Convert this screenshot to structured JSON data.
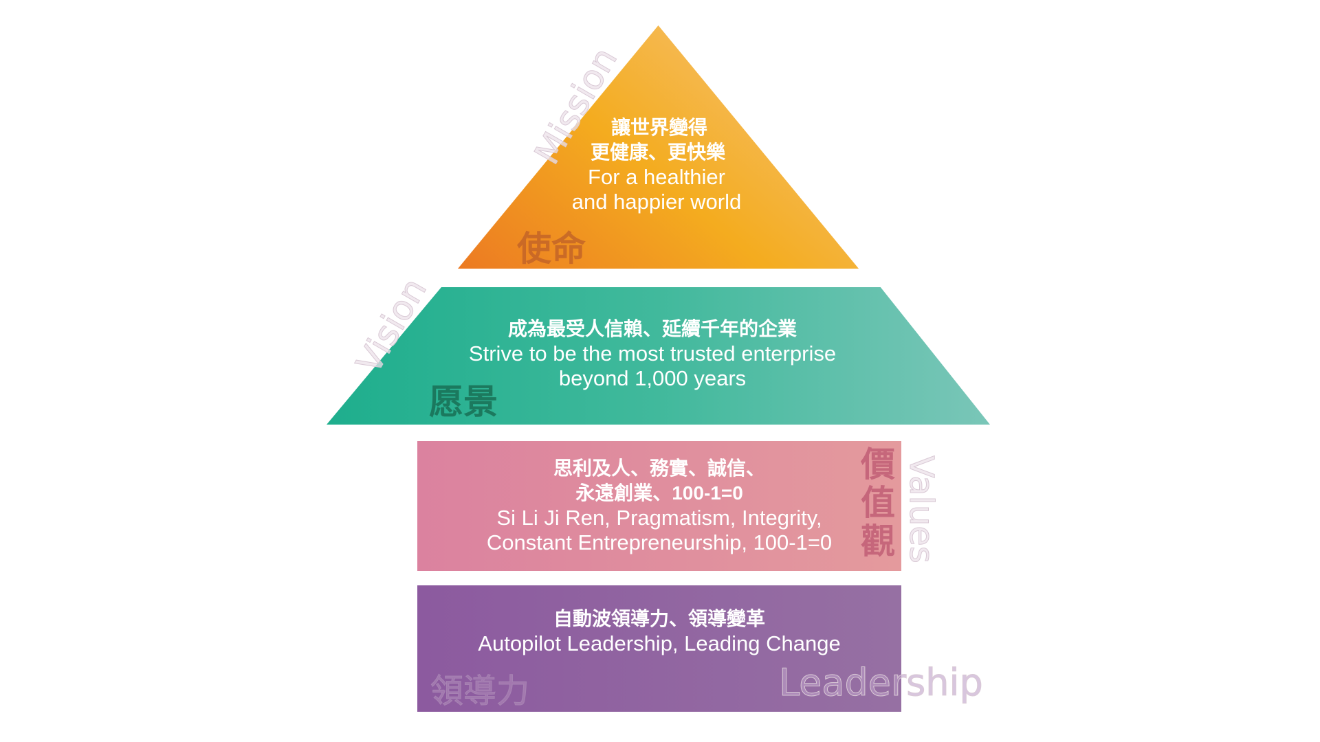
{
  "mission": {
    "label_en": "Mission",
    "label_zh": "使命",
    "lines": [
      "讓世界變得",
      "更健康、更快樂",
      "For a healthier",
      "and happier world"
    ]
  },
  "vision": {
    "label_en": "Vision",
    "label_zh": "愿景",
    "lines": [
      "成為最受人信賴、延續千年的企業",
      "Strive to be the most trusted enterprise",
      "beyond 1,000 years"
    ]
  },
  "values": {
    "label_en": "Values",
    "label_zh": [
      "價",
      "值",
      "觀"
    ],
    "lines": [
      "思利及人、務實、誠信、",
      "永遠創業、100-1=0",
      "Si Li Ji Ren, Pragmatism, Integrity,",
      "Constant Entrepreneurship, 100-1=0"
    ]
  },
  "leadership": {
    "label_en": "Leadership",
    "label_zh": "領導力",
    "lines": [
      "自動波領導力、領導變革",
      "Autopilot Leadership, Leading Change"
    ]
  },
  "colors": {
    "mission": "#f4ac1f",
    "vision": "#2fb596",
    "values": "#df8c9e",
    "leadership": "#905fa0"
  }
}
